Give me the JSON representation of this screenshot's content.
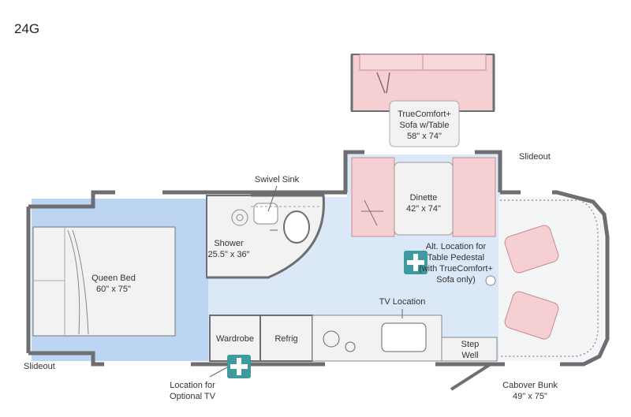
{
  "title": "24G",
  "labels": {
    "sofa_line1": "TrueComfort+",
    "sofa_line2": "Sofa w/Table",
    "sofa_line3": "58\" x 74\"",
    "slideout_top": "Slideout",
    "swivel_sink": "Swivel Sink",
    "dinette_line1": "Dinette",
    "dinette_line2": "42\" x 74\"",
    "shower_line1": "Shower",
    "shower_line2": "25.5\" x 36\"",
    "queen_line1": "Queen Bed",
    "queen_line2": "60\" x 75\"",
    "alt_line1": "Alt. Location for",
    "alt_line2": "Table Pedestal",
    "alt_line3": "(with TrueComfort+",
    "alt_line4": "Sofa only)",
    "tv_location": "TV Location",
    "wardrobe": "Wardrobe",
    "refrig": "Refrig",
    "step_line1": "Step",
    "step_line2": "Well",
    "slideout_left": "Slideout",
    "opt_tv_line1": "Location for",
    "opt_tv_line2": "Optional TV",
    "cabover_line1": "Cabover Bunk",
    "cabover_line2": "49\" x 75\""
  },
  "colors": {
    "wall": "#6d6e71",
    "floor_blue": "#dbe8f8",
    "bedroom_blue": "#bcd5f3",
    "cushion_pink": "#f5cfd1",
    "cushion_stroke": "#c98c90",
    "fixture_gray": "#f0f0f0",
    "plus_teal": "#3f9aa0"
  }
}
